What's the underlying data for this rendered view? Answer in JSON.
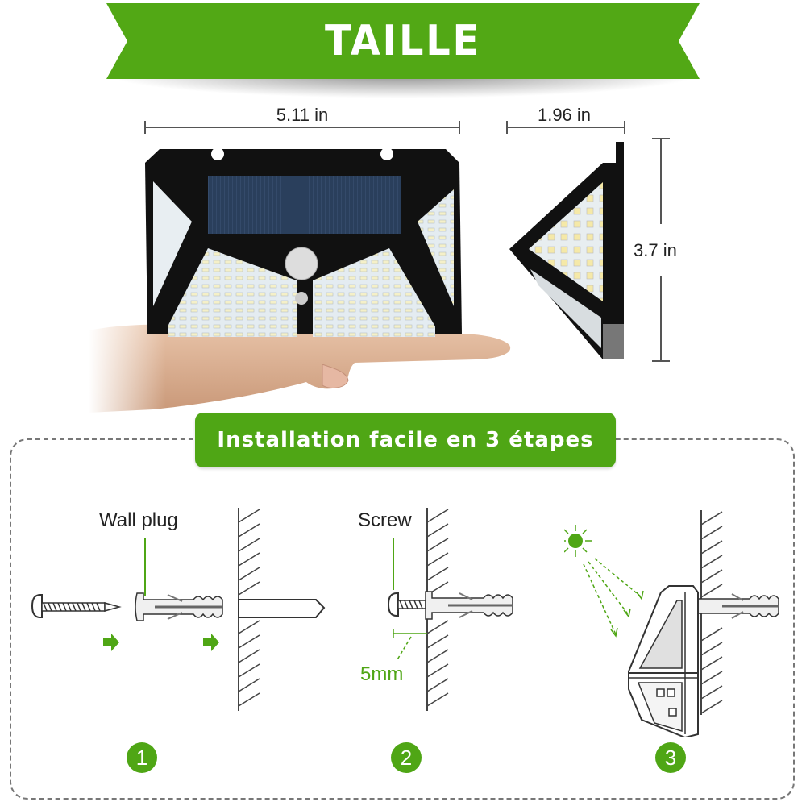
{
  "header": {
    "title": "TAILLE",
    "banner_color": "#4fa615"
  },
  "dimensions": {
    "width": "5.11 in",
    "depth": "1.96 in",
    "height": "3.7 in"
  },
  "product": {
    "name": "solar-wall-light",
    "led_panels": 4,
    "features": [
      "solar-panel",
      "motion-sensor",
      "led-panels"
    ]
  },
  "installation": {
    "title": "Installation facile en 3 étapes",
    "accent_color": "#4fa615",
    "steps": [
      {
        "number": "1",
        "label": "Wall plug"
      },
      {
        "number": "2",
        "label": "Screw",
        "measure": "5mm"
      },
      {
        "number": "3",
        "label": ""
      }
    ]
  }
}
